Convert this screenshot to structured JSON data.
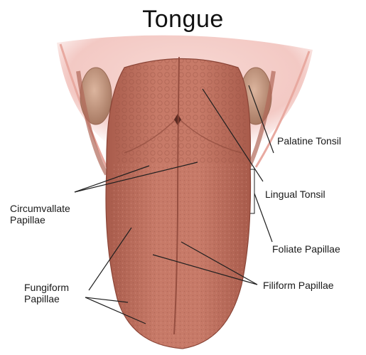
{
  "title": "Tongue",
  "labels": {
    "palatine_tonsil": "Palatine Tonsil",
    "lingual_tonsil": "Lingual Tonsil",
    "foliate_papillae": "Foliate Papillae",
    "filiform_papillae": "Filiform Papillae",
    "circumvallate_papillae": [
      "Circumvallate",
      "Papillae"
    ],
    "fungiform_papillae": [
      "Fungiform",
      "Papillae"
    ]
  },
  "colors": {
    "tongue": "#c77a68",
    "tongue_shadow": "#a85b4b",
    "throat": "#f3c9c4",
    "tonsil": "#c9a08a",
    "leader_line": "#1f1f1f"
  }
}
